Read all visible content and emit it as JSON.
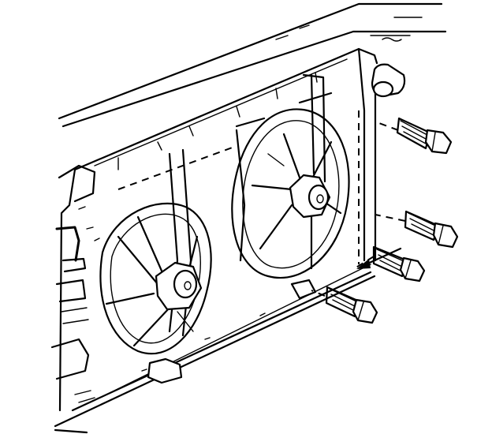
{
  "diagram": {
    "subject": "cooling-fan-assembly",
    "fans": 2,
    "bolts": 4,
    "background": "#ffffff",
    "ink": "#000000"
  }
}
